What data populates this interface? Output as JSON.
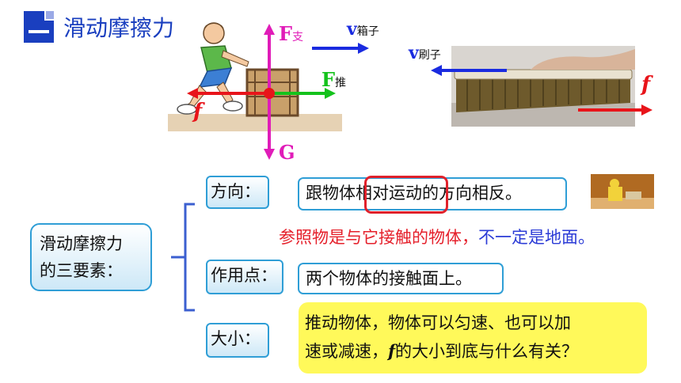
{
  "header": {
    "title": "滑动摩擦力"
  },
  "labels": {
    "f_support": "F",
    "f_support_sub": "支",
    "v_box": "v",
    "v_box_sub": "箱子",
    "v_brush": "v",
    "v_brush_sub": "刷子",
    "f_push": "F",
    "f_push_sub": "推",
    "friction_left": "f",
    "friction_right": "f",
    "gravity": "G"
  },
  "concept": {
    "line1": "滑动摩擦力",
    "line2": "的三要素："
  },
  "elements": [
    {
      "key": "方向：",
      "value": "跟物体相对运动的方向相反。"
    },
    {
      "key": "作用点：",
      "value": "两个物体的接触面上。"
    },
    {
      "key": "大小："
    }
  ],
  "note": {
    "part1": "参照物是与它接触的物体，",
    "part2": "不一定是地面。"
  },
  "question": {
    "line1": "推动物体，物体可以匀速、也可以加",
    "line2_pre": "速或减速，",
    "line2_f": "f",
    "line2_post": "的大小到底与什么有关？"
  },
  "colors": {
    "title_blue": "#1a3fbf",
    "box_border": "#2f9ed6",
    "highlight_red": "#e0212b",
    "note_red": "#e5202b",
    "note_blue": "#2b3bd6",
    "yellow": "#fff95a",
    "force_magenta": "#e01cb8",
    "force_red": "#e8141a",
    "force_green": "#14c21c",
    "velocity_blue": "#1a2be0"
  }
}
